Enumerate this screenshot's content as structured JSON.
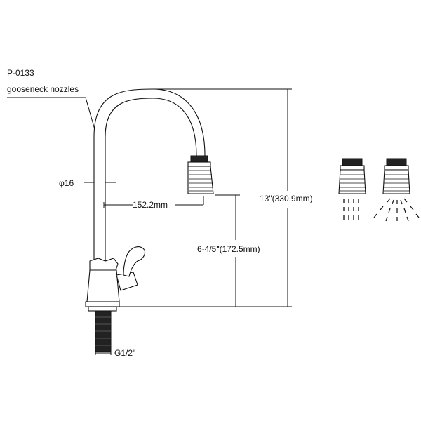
{
  "labels": {
    "model": "P-0133",
    "description": "gooseneck  nozzles",
    "diameter": "φ16",
    "reach": "152.2mm",
    "spout_height": "6-4/5\"(172.5mm)",
    "total_height": "13\"(330.9mm)",
    "thread": "G1/2\""
  },
  "colors": {
    "line": "#111111",
    "background": "#ffffff"
  },
  "icons": {
    "aerator_stream": "stream-aerator-icon",
    "aerator_spray": "spray-aerator-icon"
  }
}
